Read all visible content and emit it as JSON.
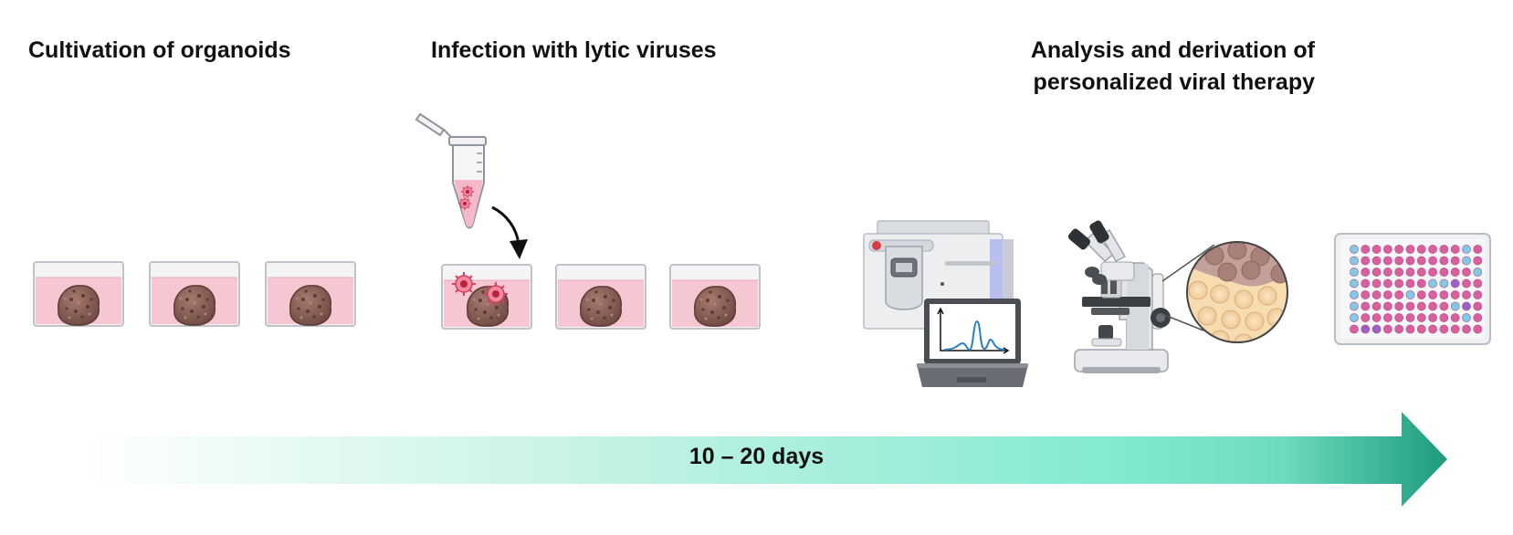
{
  "steps": [
    {
      "title": "Cultivation of organoids"
    },
    {
      "title": "Infection with lytic viruses"
    },
    {
      "title_lines": [
        "Analysis and derivation of",
        "personalized viral therapy"
      ]
    }
  ],
  "timeline": {
    "label": "10 – 20 days"
  },
  "colors": {
    "medium_pink": "#f7c6d3",
    "organoid": "#8e6258",
    "virus": "#e14b6a",
    "arrow_start": "#ffffff",
    "arrow_end": "#1c9b7d",
    "well_pink": "#d9609f",
    "well_blue": "#7ecbe8",
    "well_purple": "#9a62c9"
  },
  "icons": [
    "well-dish-icon",
    "organoid-icon",
    "microtube-icon",
    "virus-icon",
    "chromatograph-icon",
    "laptop-icon",
    "microscope-icon",
    "magnifier-icon",
    "well-plate-icon",
    "timeline-arrow-icon"
  ]
}
